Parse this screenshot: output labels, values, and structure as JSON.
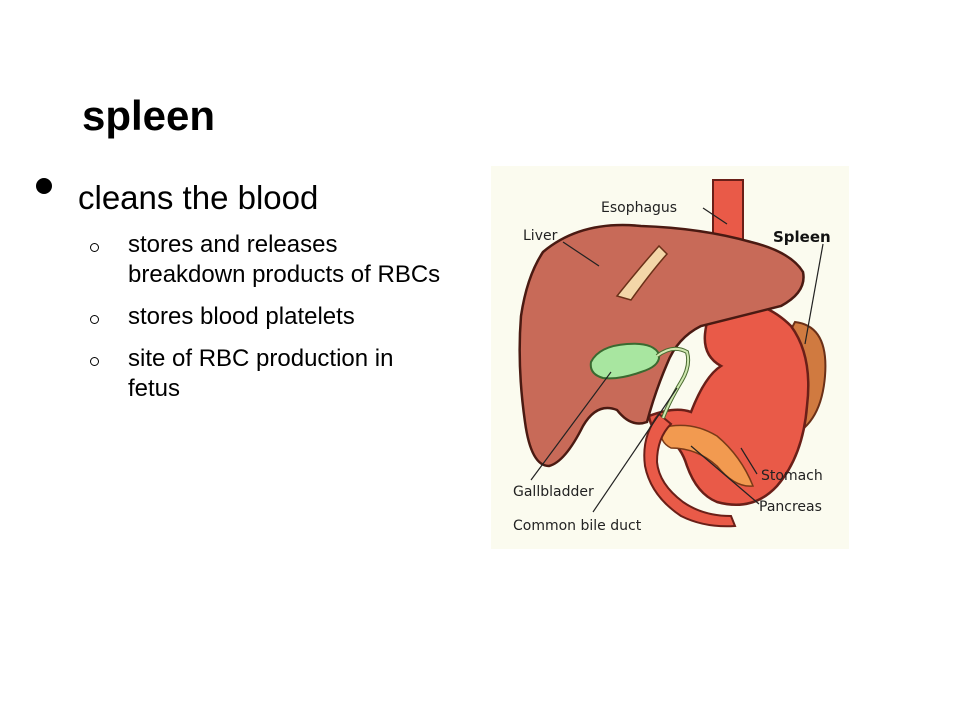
{
  "slide": {
    "title": "spleen",
    "bullet": "cleans the blood",
    "sub_items": [
      "stores and releases breakdown products of RBCs",
      "stores blood platelets",
      "site of RBC production in fetus"
    ]
  },
  "figure": {
    "labels": {
      "esophagus": "Esophagus",
      "liver": "Liver",
      "spleen": "Spleen",
      "stomach": "Stomach",
      "pancreas": "Pancreas",
      "gallbladder": "Gallbladder",
      "common_bile_duct": "Common bile duct"
    },
    "colors": {
      "background": "#fbfbef",
      "liver": "#c86a58",
      "stomach": "#e95a48",
      "spleen": "#d07a40",
      "gallbladder": "#a8e6a0",
      "pancreas": "#f29a50"
    }
  }
}
